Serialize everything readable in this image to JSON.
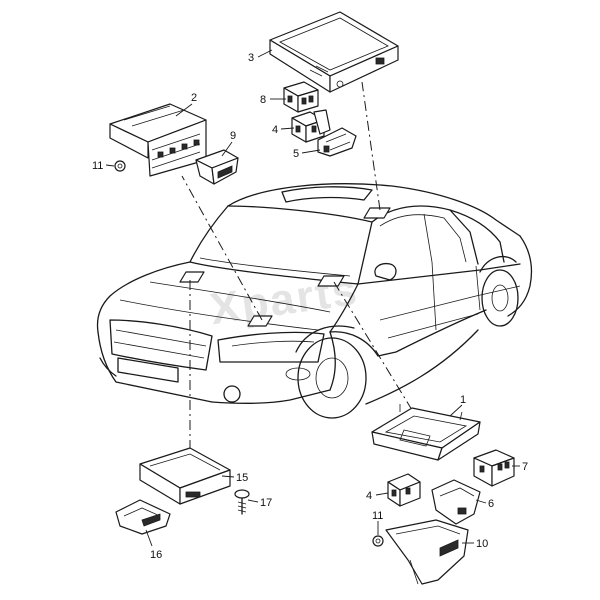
{
  "diagram": {
    "callouts": [
      {
        "id": "c1",
        "text": "1"
      },
      {
        "id": "c2",
        "text": "2"
      },
      {
        "id": "c3",
        "text": "3"
      },
      {
        "id": "c4a",
        "text": "4"
      },
      {
        "id": "c4b",
        "text": "4"
      },
      {
        "id": "c5",
        "text": "5"
      },
      {
        "id": "c6",
        "text": "6"
      },
      {
        "id": "c7",
        "text": "7"
      },
      {
        "id": "c8",
        "text": "8"
      },
      {
        "id": "c9",
        "text": "9"
      },
      {
        "id": "c10",
        "text": "10"
      },
      {
        "id": "c11a",
        "text": "11"
      },
      {
        "id": "c11b",
        "text": "11"
      },
      {
        "id": "c15",
        "text": "15"
      },
      {
        "id": "c16",
        "text": "16"
      },
      {
        "id": "c17",
        "text": "17"
      }
    ],
    "watermark": "Xparts"
  },
  "colors": {
    "line": "#1a1a1a",
    "background": "#ffffff",
    "watermark": "#e4e4e4"
  }
}
